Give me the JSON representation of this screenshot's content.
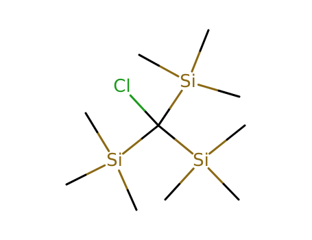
{
  "molecule": {
    "atoms": [
      {
        "id": "c1",
        "symbol": "C",
        "label": ""
      },
      {
        "id": "cl",
        "symbol": "Cl",
        "label": "Cl"
      },
      {
        "id": "si_top",
        "symbol": "Si",
        "label": "Si"
      },
      {
        "id": "si_left",
        "symbol": "Si",
        "label": "Si"
      },
      {
        "id": "si_right",
        "symbol": "Si",
        "label": "Si"
      },
      {
        "id": "me1",
        "symbol": "C",
        "label": ""
      },
      {
        "id": "me2",
        "symbol": "C",
        "label": ""
      },
      {
        "id": "me3",
        "symbol": "C",
        "label": ""
      },
      {
        "id": "me4",
        "symbol": "C",
        "label": ""
      },
      {
        "id": "me5",
        "symbol": "C",
        "label": ""
      },
      {
        "id": "me6",
        "symbol": "C",
        "label": ""
      },
      {
        "id": "me7",
        "symbol": "C",
        "label": ""
      },
      {
        "id": "me8",
        "symbol": "C",
        "label": ""
      },
      {
        "id": "me9",
        "symbol": "C",
        "label": ""
      }
    ],
    "bonds": [
      {
        "from": "c1",
        "to": "cl"
      },
      {
        "from": "c1",
        "to": "si_top"
      },
      {
        "from": "c1",
        "to": "si_left"
      },
      {
        "from": "c1",
        "to": "si_right"
      },
      {
        "from": "si_top",
        "to": "me1"
      },
      {
        "from": "si_top",
        "to": "me2"
      },
      {
        "from": "si_top",
        "to": "me3"
      },
      {
        "from": "si_left",
        "to": "me4"
      },
      {
        "from": "si_left",
        "to": "me5"
      },
      {
        "from": "si_left",
        "to": "me6"
      },
      {
        "from": "si_right",
        "to": "me7"
      },
      {
        "from": "si_right",
        "to": "me8"
      },
      {
        "from": "si_right",
        "to": "me9"
      }
    ]
  },
  "colors": {
    "carbon": "#000000",
    "silicon": "#8b6914",
    "chlorine": "#1e9a1e",
    "background": "#ffffff"
  }
}
